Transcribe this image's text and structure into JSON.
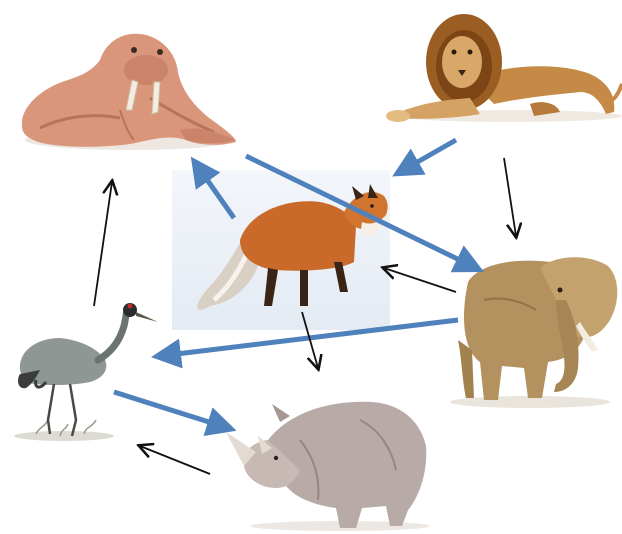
{
  "diagram": {
    "kind": "animal-relation-diagram",
    "nodes": [
      {
        "id": "walrus",
        "icon": "walrus-icon"
      },
      {
        "id": "lion",
        "icon": "lion-icon"
      },
      {
        "id": "fox",
        "icon": "fox-icon"
      },
      {
        "id": "elephant",
        "icon": "elephant-icon"
      },
      {
        "id": "crane",
        "icon": "crane-icon"
      },
      {
        "id": "rhino",
        "icon": "rhino-icon"
      }
    ],
    "edges": [
      {
        "from": "lion",
        "to": "fox",
        "style": "blue-thick"
      },
      {
        "from": "walrus",
        "to": "elephant",
        "style": "blue-thick"
      },
      {
        "from": "fox",
        "to": "walrus",
        "style": "blue-thick"
      },
      {
        "from": "elephant",
        "to": "crane",
        "style": "blue-thick"
      },
      {
        "from": "crane",
        "to": "rhino",
        "style": "blue-thick"
      },
      {
        "from": "lion",
        "to": "elephant",
        "style": "black-thin"
      },
      {
        "from": "elephant",
        "to": "fox",
        "style": "black-thin"
      },
      {
        "from": "fox",
        "to": "rhino",
        "style": "black-thin"
      },
      {
        "from": "rhino",
        "to": "crane",
        "style": "black-thin"
      },
      {
        "from": "crane",
        "to": "walrus",
        "style": "black-thin"
      }
    ]
  },
  "colors": {
    "blue_arrow": "#4f81bd",
    "black_arrow": "#111111",
    "background": "#ffffff"
  }
}
